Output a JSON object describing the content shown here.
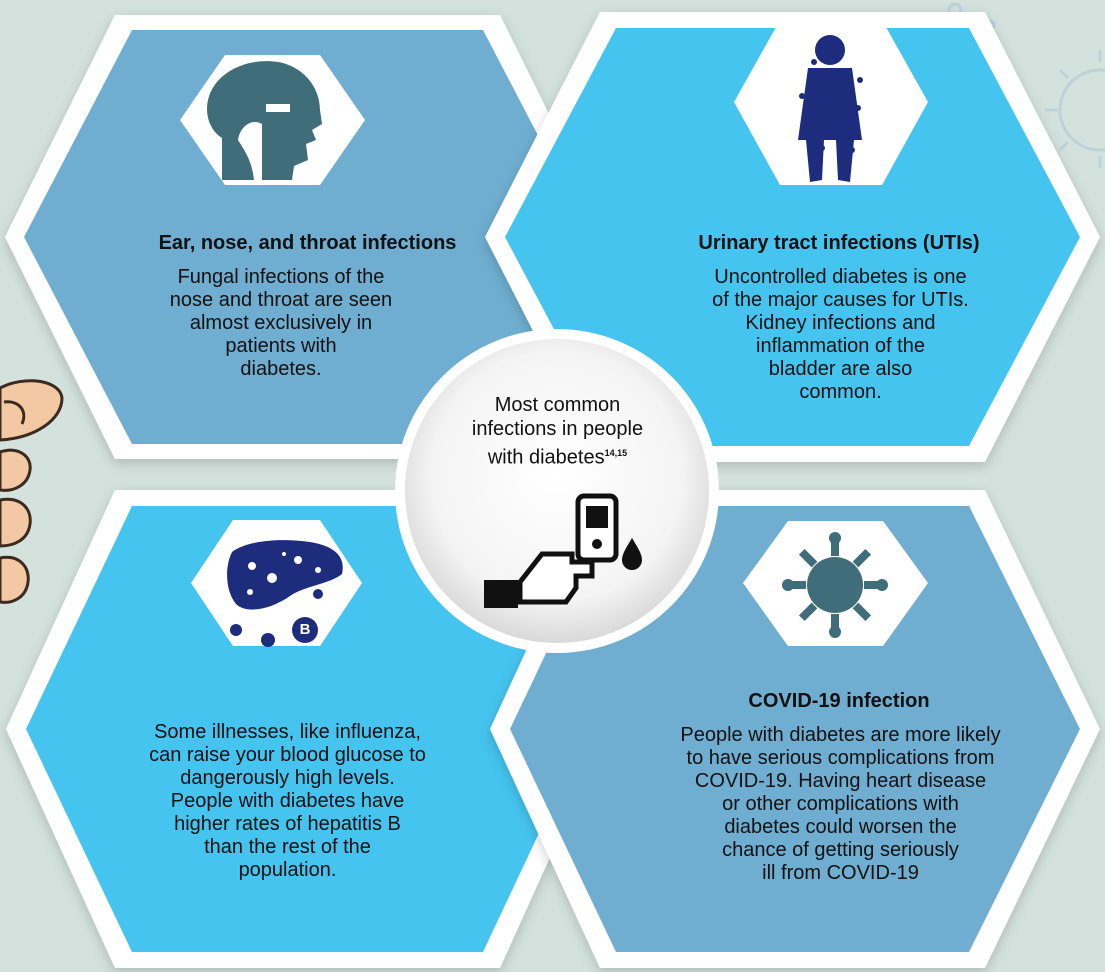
{
  "colors": {
    "background": "#d3e2dd",
    "steel_blue": "#6faed0",
    "sky_blue": "#45c4ef",
    "icon_teal": "#3f6d7a",
    "icon_navy": "#1e2c7e"
  },
  "center": {
    "line1": "Most common",
    "line2": "infections in people",
    "line3": "with diabetes",
    "refs": "14,15",
    "icon": "glucose-meter-icon"
  },
  "cards": {
    "ent": {
      "icon": "head-throat-icon",
      "title": "Ear, nose, and throat infections",
      "lines": [
        "Fungal infections of the",
        "nose and throat are seen",
        "almost exclusively in",
        "patients with",
        "diabetes."
      ]
    },
    "uti": {
      "icon": "bladder-person-icon",
      "title": "Urinary tract infections (UTIs)",
      "lines": [
        "Uncontrolled diabetes is one",
        "of the major causes for UTIs.",
        "Kidney infections and",
        "inflammation of the",
        "bladder are also",
        "common."
      ]
    },
    "liver": {
      "icon": "liver-virus-icon",
      "badge": "B",
      "lines": [
        "Some illnesses, like influenza,",
        "can raise your blood glucose to",
        "dangerously high levels.",
        "People with diabetes have",
        "higher rates of hepatitis B",
        "than the rest of the",
        "population."
      ]
    },
    "covid": {
      "icon": "coronavirus-icon",
      "title": "COVID-19 infection",
      "lines": [
        "People with diabetes are more likely",
        "to have serious complications from",
        "COVID-19. Having heart disease",
        "or other complications with",
        "diabetes could worsen the",
        "chance of getting seriously",
        "ill from COVID-19"
      ]
    }
  }
}
